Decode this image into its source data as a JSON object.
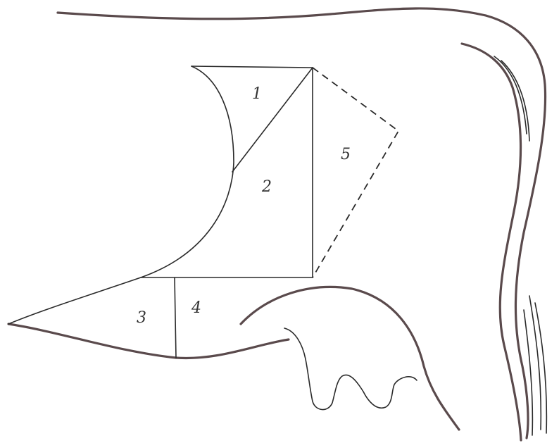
{
  "regions": [
    {
      "id": "1",
      "label": "1"
    },
    {
      "id": "2",
      "label": "2"
    },
    {
      "id": "3",
      "label": "3"
    },
    {
      "id": "4",
      "label": "4"
    },
    {
      "id": "5",
      "label": "5"
    }
  ],
  "colors": {
    "body_outline": "#5a4a4c",
    "region_lines": "#2a2a2a",
    "labels": "#333333",
    "background": "#ffffff"
  }
}
